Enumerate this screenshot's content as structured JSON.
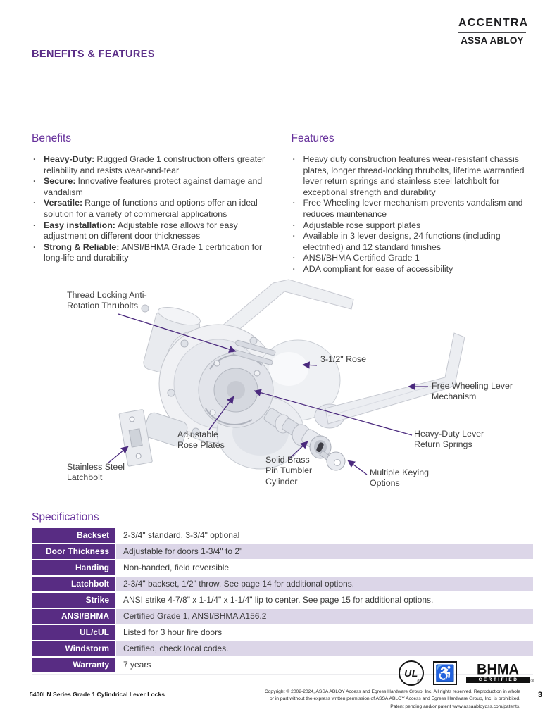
{
  "brand": {
    "name": "ACCENTRA",
    "parent": "ASSA ABLOY",
    "purple": "#582c83",
    "heading_purple": "#66309b",
    "row_lavender": "#dcd6e8",
    "arrow_purple": "#4b2a7e"
  },
  "page": {
    "title": "BENEFITS & FEATURES",
    "page_number": "3",
    "footer_left": "5400LN Series Grade 1 Cylindrical Lever Locks",
    "copyright_line1": "Copyright © 2002-2024, ASSA ABLOY Access and Egress Hardware Group, Inc. All rights reserved. Reproduction in whole",
    "copyright_line2": "or in part without the express written permission of ASSA ABLOY Access and Egress Hardware Group, Inc. is prohibited.",
    "copyright_line3": "Patent pending and/or patent www.assaabloydss.com/patents."
  },
  "benefits": {
    "heading": "Benefits",
    "items": [
      {
        "lead": "Heavy-Duty:",
        "text": "Rugged Grade 1 construction offers greater reliability and resists wear-and-tear"
      },
      {
        "lead": "Secure:",
        "text": "Innovative features protect against damage and vandalism"
      },
      {
        "lead": "Versatile:",
        "text": "Range of functions and options offer an ideal solution for a variety of commercial applications"
      },
      {
        "lead": "Easy installation:",
        "text": "Adjustable rose allows for easy adjustment on different door thicknesses"
      },
      {
        "lead": "Strong & Reliable:",
        "text": "ANSI/BHMA Grade 1 certification for long-life and durability"
      }
    ]
  },
  "features": {
    "heading": "Features",
    "items": [
      "Heavy duty construction features wear-resistant chassis plates, longer thread-locking thrubolts, lifetime warrantied lever return springs and stainless steel latchbolt for exceptional strength and durability",
      "Free Wheeling lever mechanism prevents vandalism and reduces maintenance",
      "Adjustable rose support plates",
      "Available in 3 lever designs, 24 functions (including electrified) and 12 standard finishes",
      "ANSI/BHMA Certified Grade 1",
      "ADA compliant for ease of accessibility"
    ]
  },
  "diagram": {
    "labels": [
      {
        "id": "thrubolts",
        "text": "Thread Locking Anti-\nRotation Thrubolts"
      },
      {
        "id": "rose",
        "text": "3-1/2\" Rose"
      },
      {
        "id": "free-wheeling",
        "text": "Free Wheeling Lever\nMechanism"
      },
      {
        "id": "return-springs",
        "text": "Heavy-Duty Lever\nReturn Springs"
      },
      {
        "id": "keying",
        "text": "Multiple Keying\nOptions"
      },
      {
        "id": "cylinder",
        "text": "Solid Brass\nPin Tumbler\nCylinder"
      },
      {
        "id": "rose-plates",
        "text": "Adjustable\nRose Plates"
      },
      {
        "id": "latchbolt",
        "text": "Stainless Steel\nLatchbolt"
      }
    ]
  },
  "specifications": {
    "heading": "Specifications",
    "rows": [
      {
        "label": "Backset",
        "value": "2-3/4\" standard, 3-3/4\" optional"
      },
      {
        "label": "Door Thickness",
        "value": "Adjustable for doors 1-3/4\" to 2\""
      },
      {
        "label": "Handing",
        "value": "Non-handed, field reversible"
      },
      {
        "label": "Latchbolt",
        "value": "2-3/4\" backset, 1/2\" throw. See page 14 for additional options."
      },
      {
        "label": "Strike",
        "value": "ANSI strike 4-7/8\" x 1-1/4\" x 1-1/4\" lip to center. See page 15 for additional options."
      },
      {
        "label": "ANSI/BHMA",
        "value": "Certified Grade 1, ANSI/BHMA A156.2"
      },
      {
        "label": "UL/cUL",
        "value": "Listed for 3 hour fire doors"
      },
      {
        "label": "Windstorm",
        "value": "Certified, check local codes."
      },
      {
        "label": "Warranty",
        "value": "7 years"
      }
    ]
  },
  "certifications": {
    "ul_text": "UL",
    "ul_reg": "®",
    "accessibility_symbol": "♿",
    "bhma_top": "BHMA",
    "bhma_bar": "CERTIFIED",
    "bhma_reg": "®"
  }
}
